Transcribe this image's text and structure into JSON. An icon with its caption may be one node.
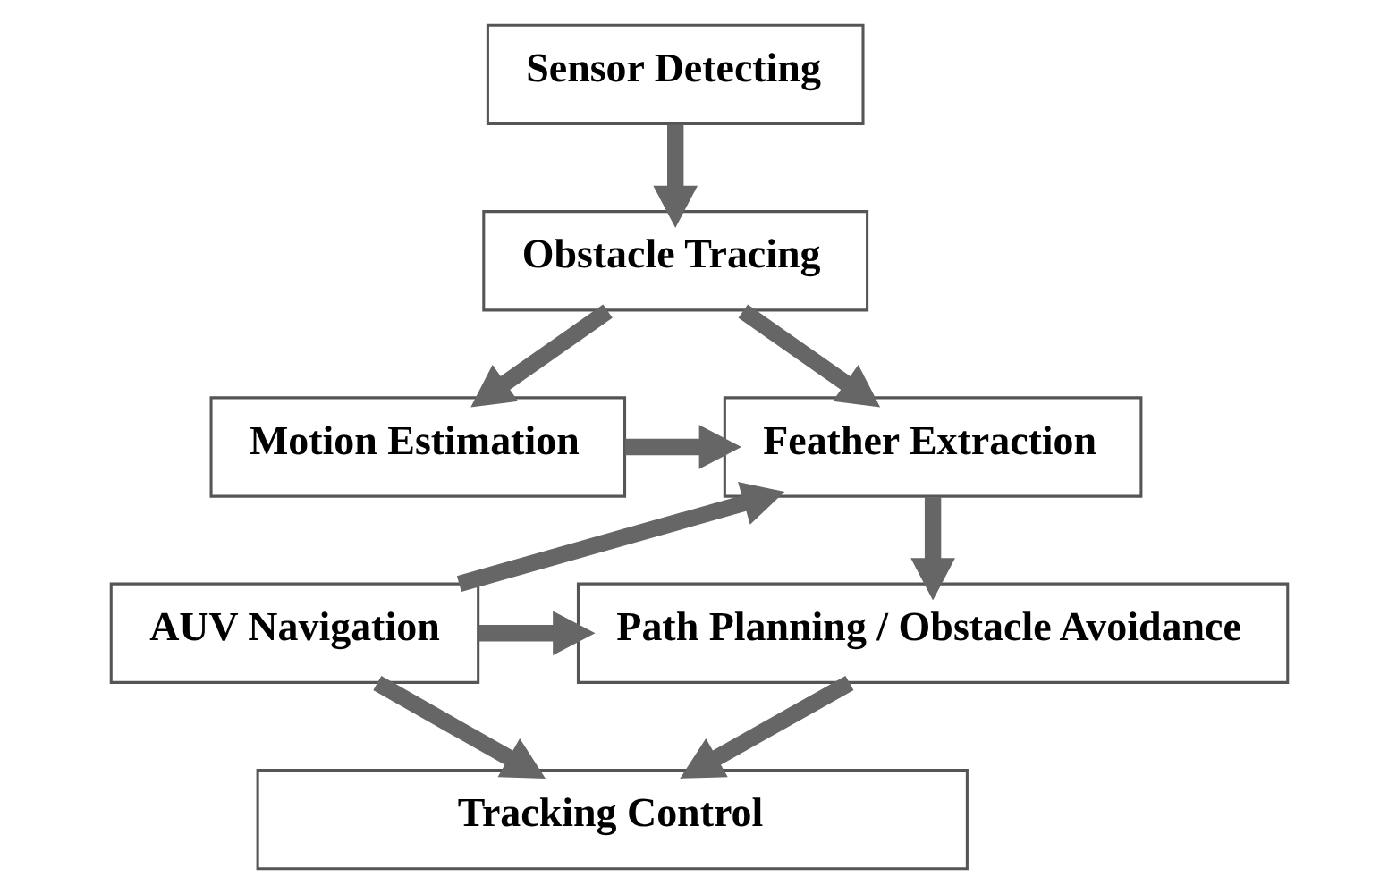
{
  "diagram": {
    "nodes": [
      {
        "text": [
          "Sensor Detecting"
        ]
      },
      {
        "text": [
          "Obstacle Tracing"
        ]
      },
      {
        "text": [
          "Feather Extraction"
        ]
      },
      {
        "text": [
          "Motion Estimation"
        ]
      },
      {
        "text": [
          "AUV Navigation"
        ]
      },
      {
        "text": [
          "Path Planning / Obstacle Avoidance"
        ]
      },
      {
        "text": [
          "Tracking Control"
        ]
      }
    ],
    "edges": [
      {
        "from": 0,
        "to": 1,
        "arrow": "to"
      },
      {
        "from": 1,
        "to": 2,
        "arrow": "to"
      },
      {
        "from": 1,
        "to": 3,
        "arrow": "to"
      },
      {
        "from": 3,
        "to": 2,
        "arrow": "to"
      },
      {
        "from": 4,
        "to": 2,
        "arrow": "to"
      },
      {
        "from": 2,
        "to": 5,
        "arrow": "to"
      },
      {
        "from": 4,
        "to": 5,
        "arrow": "to"
      },
      {
        "from": 4,
        "to": 6,
        "arrow": "to"
      },
      {
        "from": 5,
        "to": 6,
        "arrow": "to"
      }
    ]
  }
}
